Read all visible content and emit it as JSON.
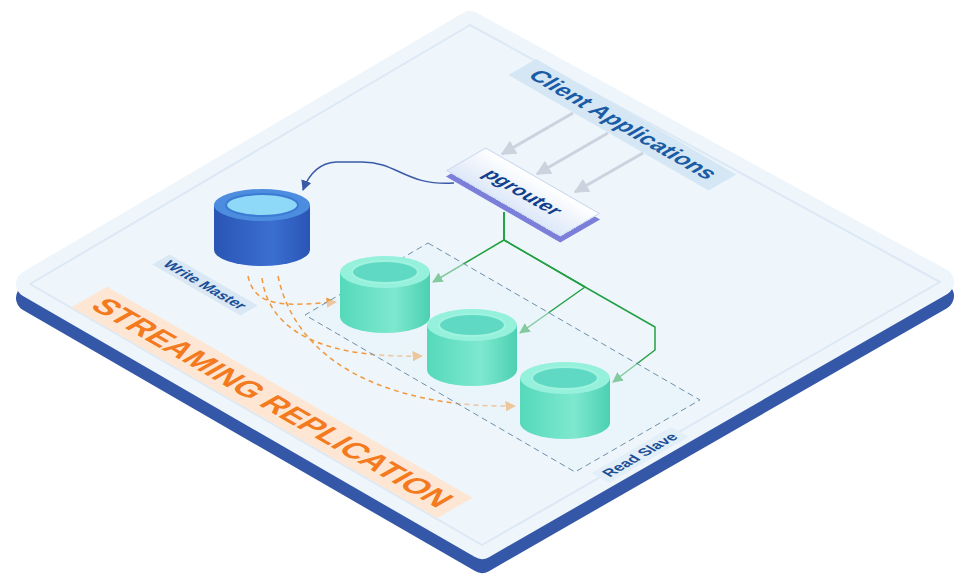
{
  "diagram": {
    "nodes": [
      {
        "text": [
          "Client Applications"
        ]
      },
      {
        "text": [
          "pgrouter"
        ]
      },
      {
        "text": [
          "Write Master"
        ]
      },
      {
        "text": [
          "Read Slave"
        ]
      }
    ],
    "edges": [
      {
        "from": 0,
        "to": 1,
        "arrow": "to"
      },
      {
        "from": 0,
        "to": 1,
        "arrow": "to"
      },
      {
        "from": 0,
        "to": 1,
        "arrow": "to"
      },
      {
        "from": 1,
        "to": 2,
        "arrow": "to"
      },
      {
        "from": 1,
        "to": 3,
        "arrow": "to"
      },
      {
        "from": 1,
        "to": 3,
        "arrow": "to"
      },
      {
        "from": 1,
        "to": 3,
        "arrow": "to"
      },
      {
        "from": 2,
        "to": 3,
        "arrow": "to"
      },
      {
        "from": 2,
        "to": 3,
        "arrow": "to"
      },
      {
        "from": 2,
        "to": 3,
        "arrow": "to"
      }
    ],
    "labels": [
      "STREAMING REPLICATION"
    ]
  }
}
